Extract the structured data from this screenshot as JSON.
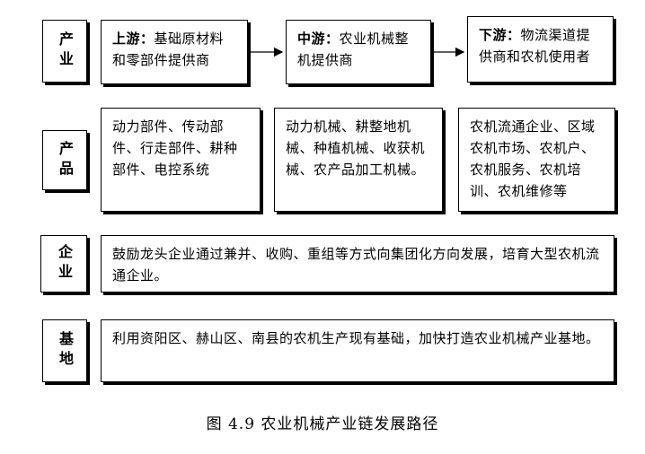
{
  "labels": {
    "industry": "产业",
    "product": "产品",
    "enterprise": "企业",
    "base": "基地"
  },
  "industry": {
    "upstream_head": "上游：",
    "upstream_text": "基础原材料和零部件提供商",
    "midstream_head": "中游：",
    "midstream_text": "农业机械整机提供商",
    "downstream_head": "下游：",
    "downstream_text": "物流渠道提供商和农机使用者"
  },
  "products": {
    "upstream": "动力部件、传动部件、行走部件、耕种部件、电控系统",
    "midstream": "动力机械、耕整地机械、种植机械、收获机械、农产品加工机械。",
    "downstream": "农机流通企业、区域农机市场、农机户、农机服务、农机培训、农机维修等"
  },
  "enterprise_text": "鼓励龙头企业通过兼并、收购、重组等方式向集团化方向发展，培育大型农机流通企业。",
  "base_text": "利用资阳区、赫山区、南县的农机生产现有基础，加快打造农业机械产业基地。",
  "caption": "图 4.9 农业机械产业链发展路径"
}
